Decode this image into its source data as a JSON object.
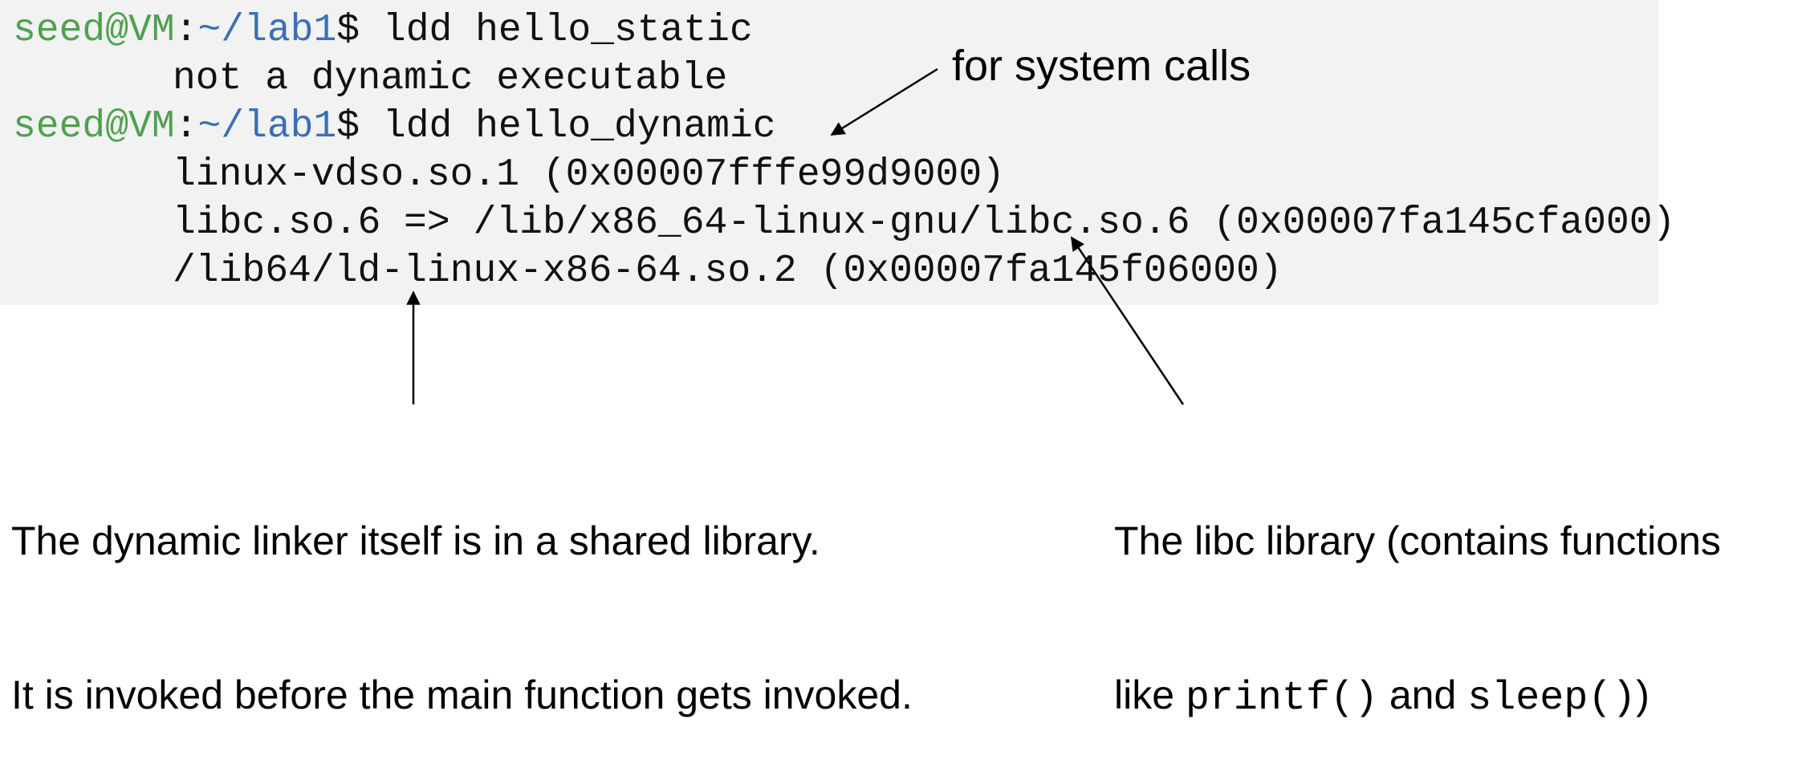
{
  "terminal": {
    "prompt_user": "seed@VM",
    "prompt_sep": ":",
    "prompt_path": "~/lab1",
    "prompt_symbol": "$ ",
    "cmd1": "ldd hello_static",
    "out1": "not a dynamic executable",
    "cmd2": "ldd hello_dynamic",
    "out2": "linux-vdso.so.1 (0x00007fffe99d9000)",
    "out3": "libc.so.6 => /lib/x86_64-linux-gnu/libc.so.6 (0x00007fa145cfa000)",
    "out4": "/lib64/ld-linux-x86-64.so.2 (0x00007fa145f06000)"
  },
  "annotations": {
    "syscalls": "for system calls",
    "linker_line1": "The dynamic linker itself is in a shared library.",
    "linker_line2": "It is invoked before the main function gets invoked.",
    "libc_line1": "The libc library (contains functions",
    "libc_line2_pre": "like ",
    "libc_code1": "printf()",
    "libc_line2_mid": " and ",
    "libc_code2": "sleep()",
    "libc_line2_post": ")"
  },
  "colors": {
    "terminal_bg": "#f2f2f2",
    "prompt_user": "#4ea24d",
    "prompt_path": "#3a6fb5"
  }
}
